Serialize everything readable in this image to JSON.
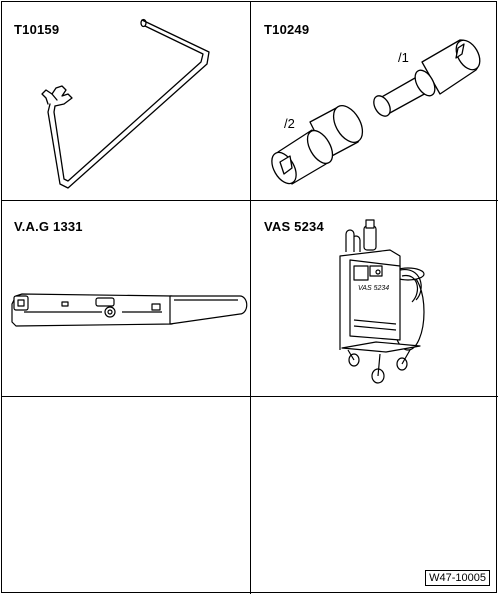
{
  "tools": [
    {
      "id": "T10159"
    },
    {
      "id": "T10249",
      "parts": [
        "/1",
        "/2"
      ]
    },
    {
      "id": "V.A.G 1331"
    },
    {
      "id": "VAS 5234",
      "device_text": "VAS 5234"
    }
  ],
  "drawing_ref": "W47-10005"
}
